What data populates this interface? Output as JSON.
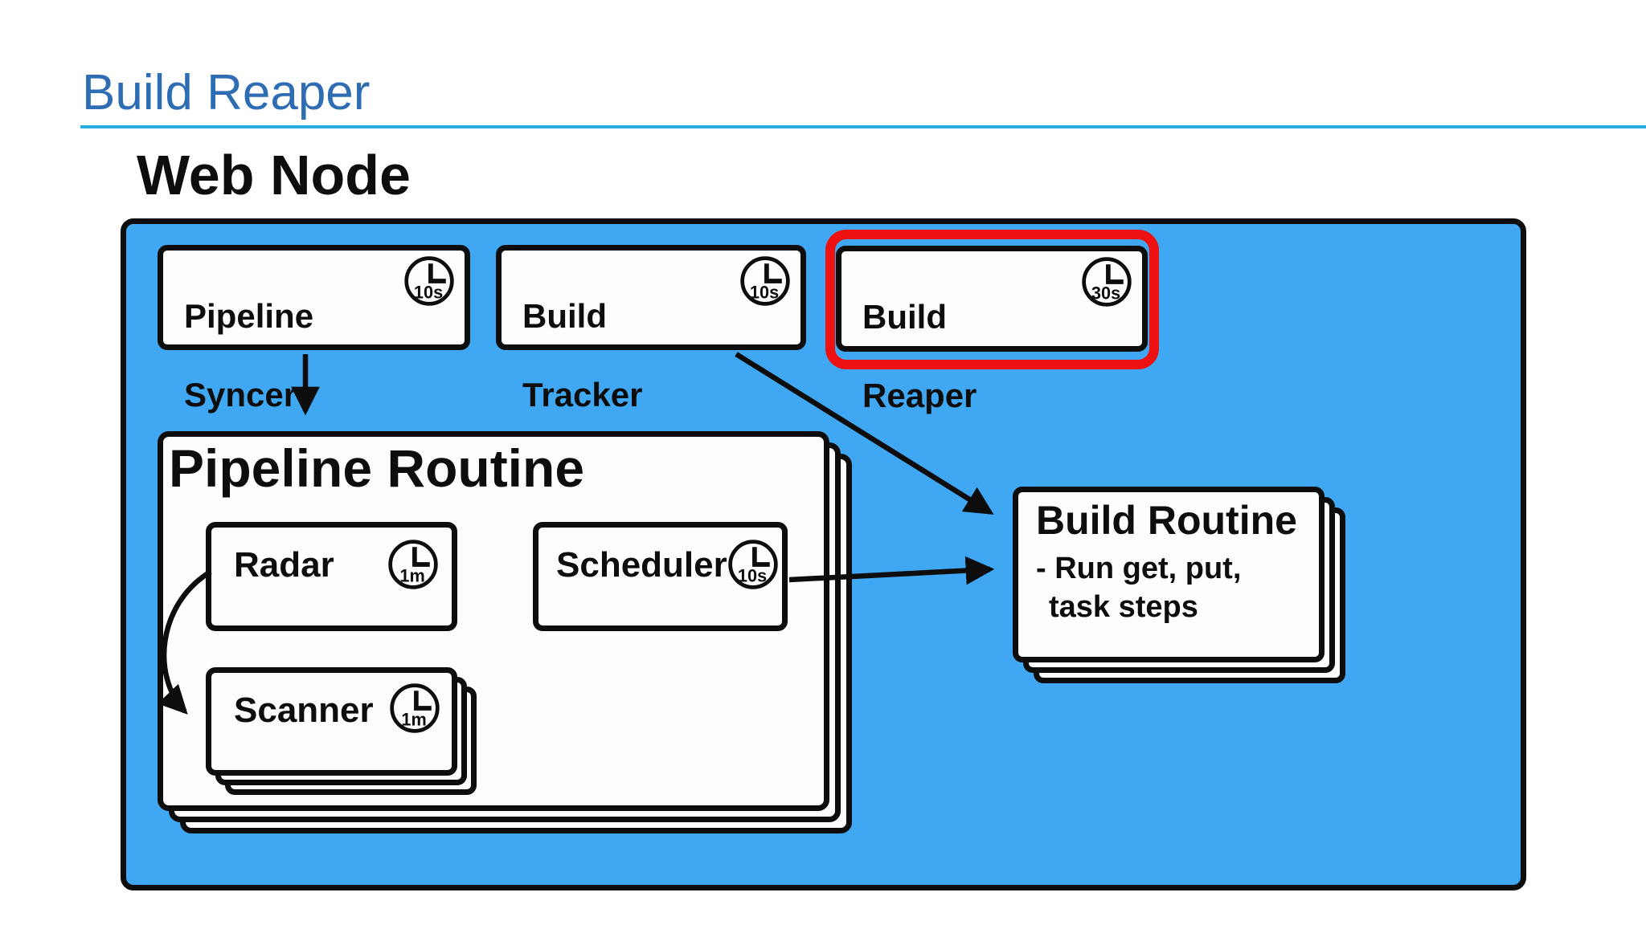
{
  "slide": {
    "title": "Build Reaper",
    "section_heading": "Web Node"
  },
  "colors": {
    "title_blue": "#2E6DB4",
    "underline_cyan": "#29ABE2",
    "container_blue": "#40A8F2",
    "highlight_red": "#EE1111",
    "stroke_black": "#0d0d0d"
  },
  "diagram": {
    "pipeline_syncer": {
      "line1": "Pipeline",
      "line2": "Syncer",
      "interval": "10s"
    },
    "build_tracker": {
      "line1": "Build",
      "line2": "Tracker",
      "interval": "10s"
    },
    "build_reaper": {
      "line1": "Build",
      "line2": "Reaper",
      "interval": "30s",
      "highlighted": true
    },
    "pipeline_routine": {
      "title": "Pipeline Routine"
    },
    "radar": {
      "label": "Radar",
      "interval": "1m"
    },
    "scheduler": {
      "label": "Scheduler",
      "interval": "10s"
    },
    "scanner": {
      "label": "Scanner",
      "interval": "1m"
    },
    "build_routine": {
      "title": "Build Routine",
      "body1": "- Run get, put,",
      "body2": "task steps"
    }
  }
}
